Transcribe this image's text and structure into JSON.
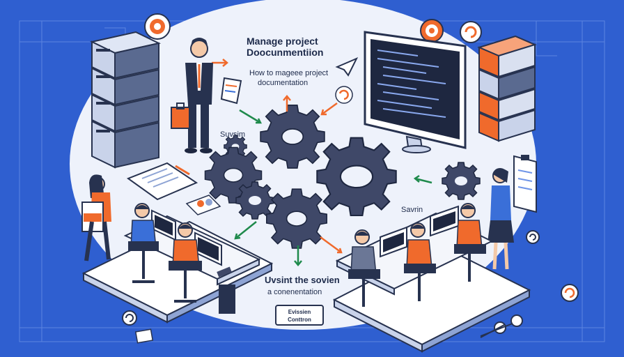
{
  "labels": {
    "title_line1": "Manage project",
    "title_line2": "Doocunmentiion",
    "subtitle_line1": "How to mageee project",
    "subtitle_line2": "documentation",
    "gear_label_left": "Suvsim",
    "gear_label_right": "Savrin",
    "bottom_text_line1": "Uvsint the sovien",
    "bottom_text_line2": "a conenentation",
    "badge_line1": "Evissien",
    "badge_line2": "Conttron"
  },
  "colors": {
    "background": "#2f5fd0",
    "ellipse": "#eef2fb",
    "gear": "#3f4868",
    "accent_orange": "#f06a2c",
    "shirt_blue": "#3a6fd8",
    "navy": "#27324f"
  }
}
